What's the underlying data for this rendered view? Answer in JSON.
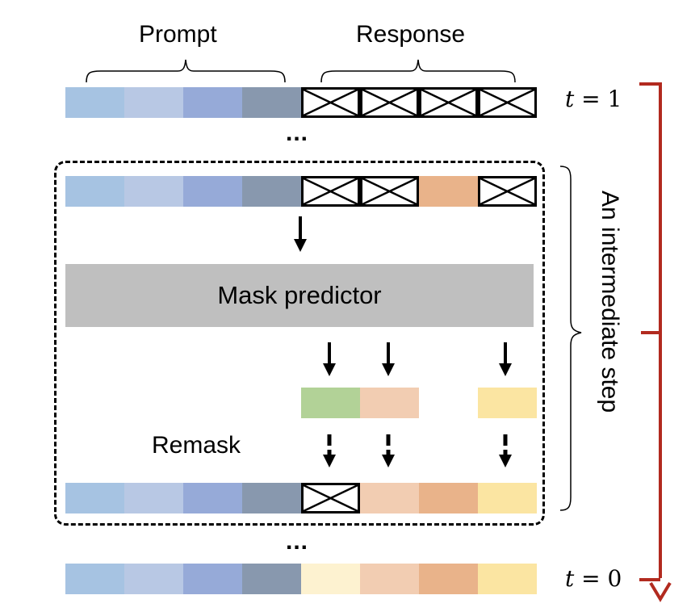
{
  "labels": {
    "prompt": "Prompt",
    "response": "Response",
    "mask_predictor": "Mask predictor",
    "remask": "Remask",
    "intermediate_step": "An intermediate step",
    "t_start_var": "t",
    "t_start_rest": " = 1",
    "t_end_var": "t",
    "t_end_rest": " = 0",
    "ellipsis": "..."
  },
  "colors": {
    "prompt": [
      "#a6c3e2",
      "#b8c8e4",
      "#96aad8",
      "#8898ae"
    ],
    "response_orange": "#e9b38a",
    "response_peach": "#f2cdb2",
    "response_yellow": "#fbe5a2",
    "response_lightyellow": "#fdf2d0",
    "pred_green": "#b2d297",
    "timeline": "#b22a1f"
  },
  "rows": {
    "t1": [
      "p0",
      "p1",
      "p2",
      "p3",
      "mask",
      "mask",
      "mask",
      "mask"
    ],
    "step_input": [
      "p0",
      "p1",
      "p2",
      "p3",
      "mask",
      "mask",
      "orange",
      "mask"
    ],
    "predicted": [
      "empty",
      "empty",
      "empty",
      "empty",
      "green",
      "peach",
      "empty",
      "yellow"
    ],
    "step_output": [
      "p0",
      "p1",
      "p2",
      "p3",
      "mask",
      "peach",
      "orange",
      "yellow"
    ],
    "t0": [
      "p0",
      "p1",
      "p2",
      "p3",
      "lightyellow",
      "peach",
      "orange",
      "yellow"
    ]
  }
}
